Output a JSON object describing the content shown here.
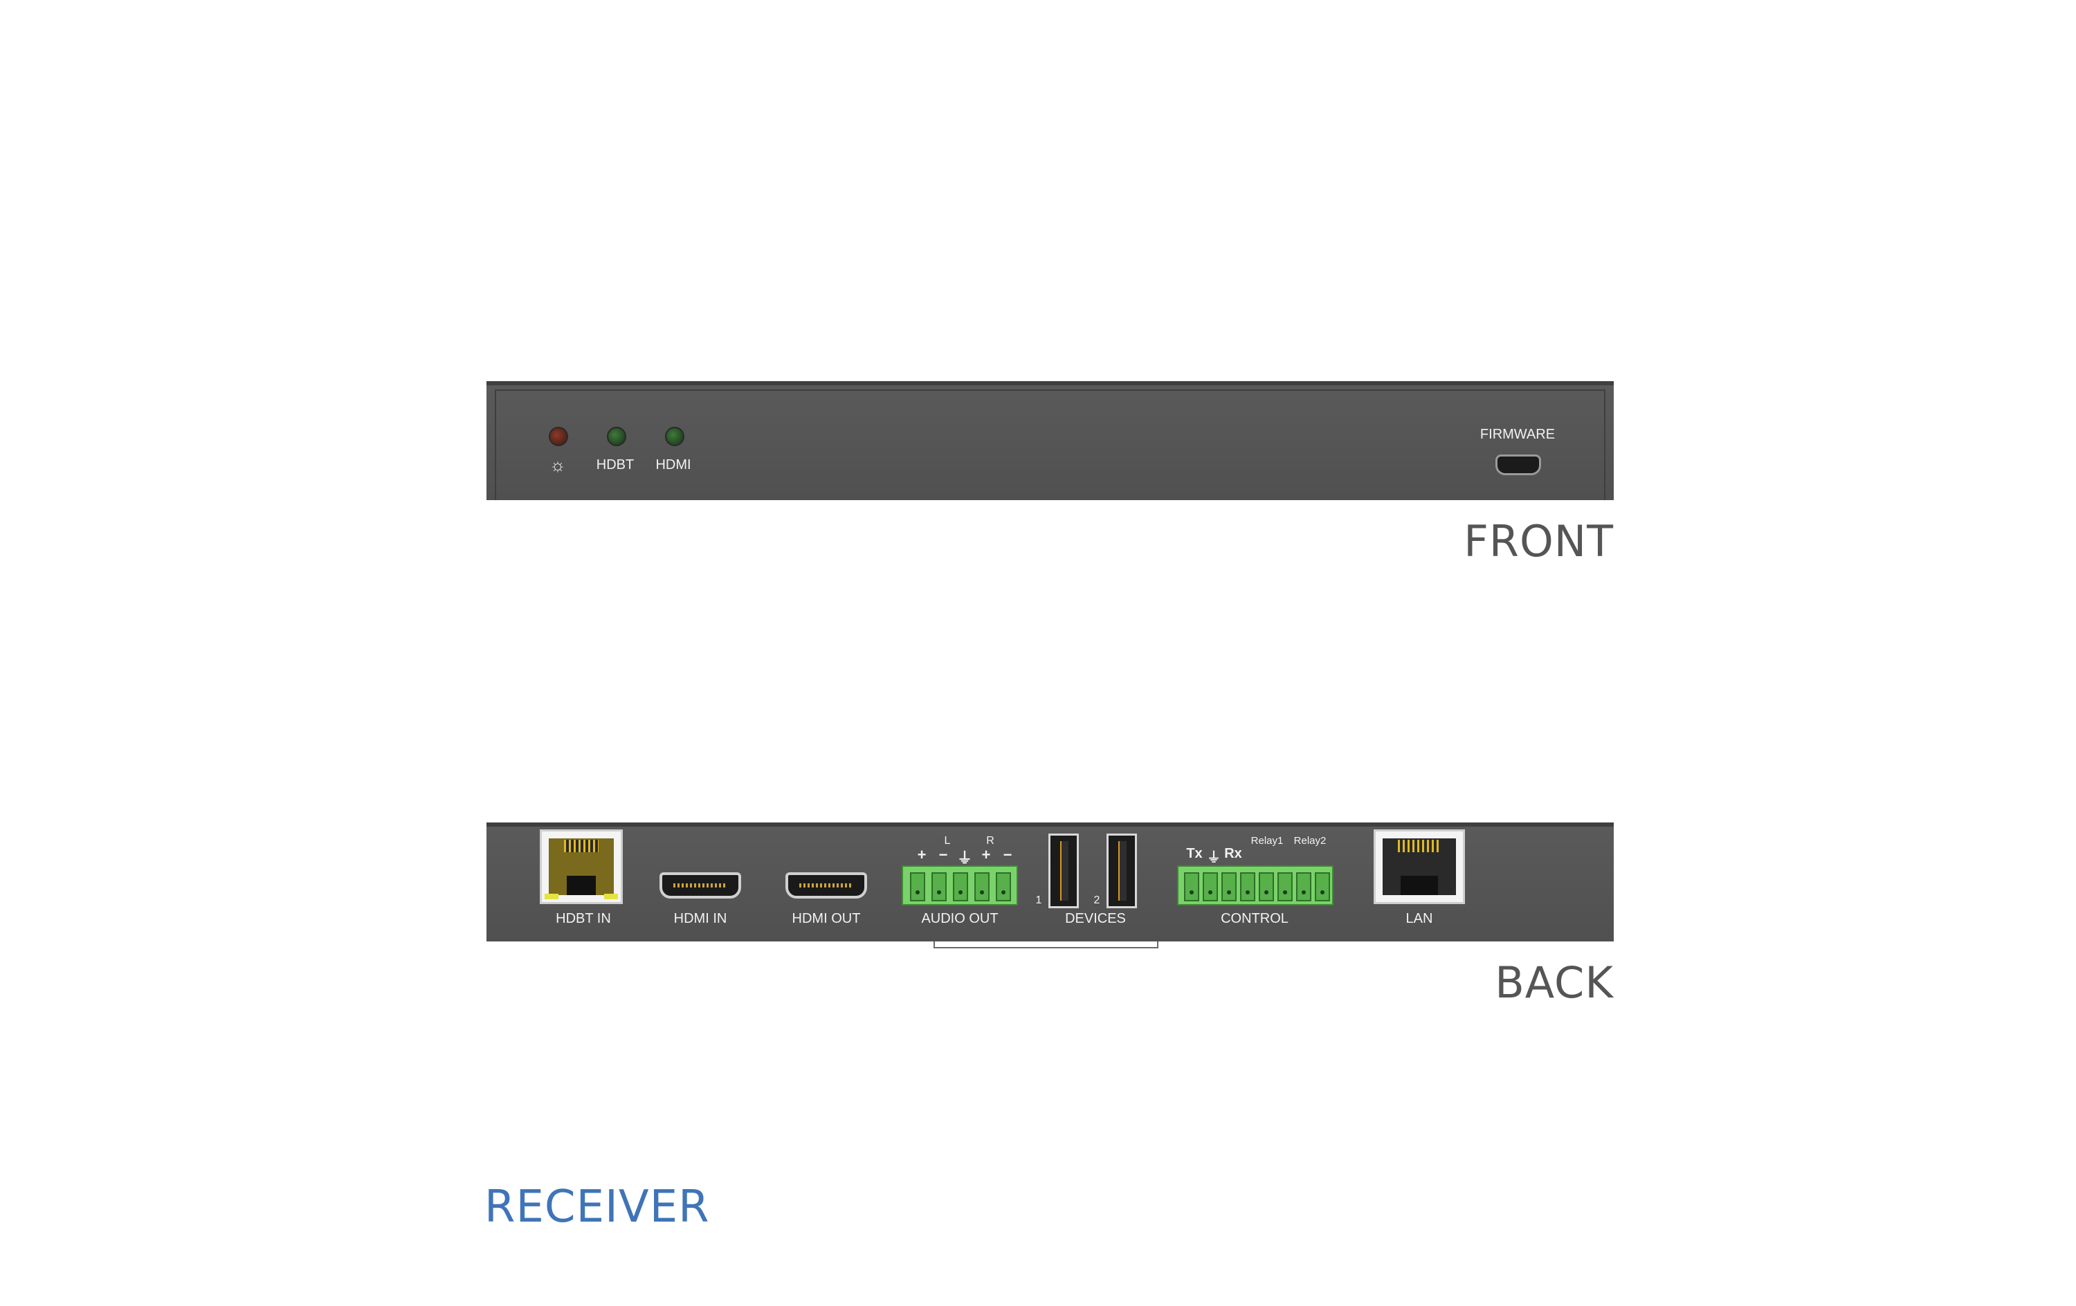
{
  "front": {
    "led_labels": {
      "power_icon": "☼",
      "hdbt": "HDBT",
      "hdmi": "HDMI"
    },
    "firmware_label": "FIRMWARE",
    "view_label": "FRONT"
  },
  "back": {
    "ports": {
      "hdbt_in": "HDBT IN",
      "hdmi_in": "HDMI IN",
      "hdmi_out": "HDMI OUT",
      "audio_out": "AUDIO OUT",
      "devices": "DEVICES",
      "control": "CONTROL",
      "lan": "LAN"
    },
    "audio_pin_labels": [
      "+",
      "−",
      "⏚",
      "+",
      "−"
    ],
    "audio_channel_labels": {
      "left": "L",
      "right": "R"
    },
    "device_numbers": [
      "1",
      "2"
    ],
    "control_labels": {
      "tx": "Tx",
      "ground": "⏚",
      "rx": "Rx",
      "relay1": "Relay1",
      "relay2": "Relay2"
    },
    "view_label": "BACK"
  },
  "title": "RECEIVER",
  "colors": {
    "panel": "#555555",
    "label_grey": "#555555",
    "title_blue": "#3f74b8",
    "terminal_green": "#7ad36a",
    "led_red": "#8a3a2a",
    "led_green": "#3f7a3a"
  }
}
